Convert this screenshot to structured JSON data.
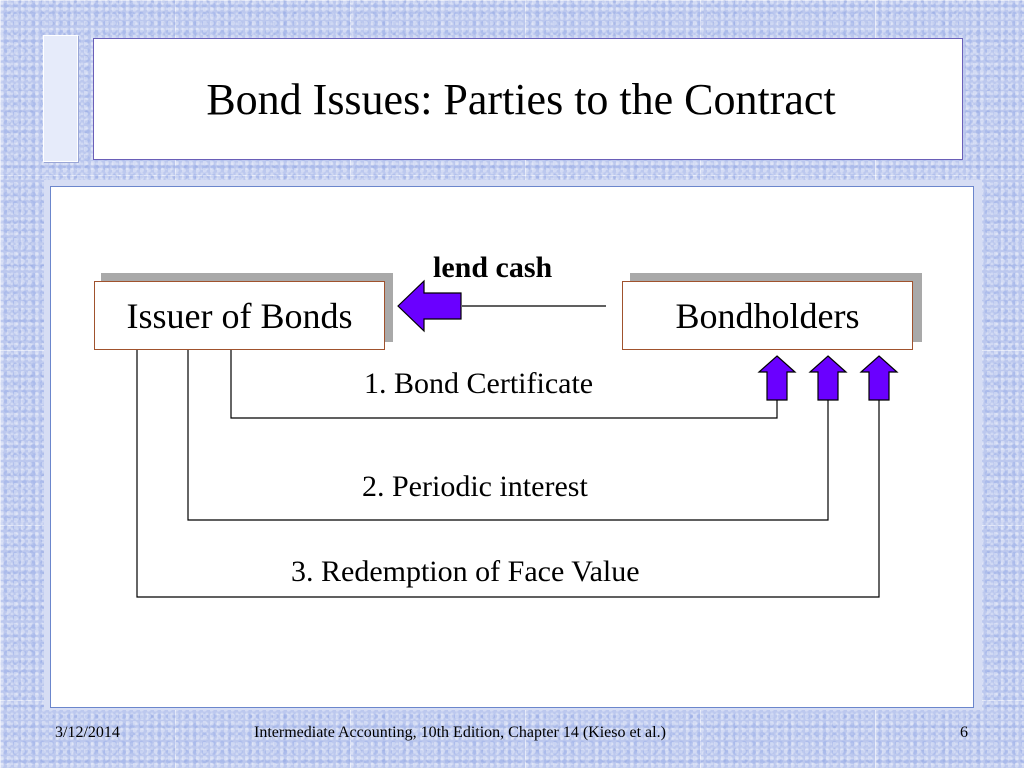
{
  "slide": {
    "title": "Bond Issues: Parties to the Contract"
  },
  "diagram": {
    "issuer_label": "Issuer of Bonds",
    "bondholders_label": "Bondholders",
    "lend_cash_label": "lend cash",
    "flows": [
      "1. Bond Certificate",
      "2. Periodic interest",
      "3. Redemption of Face Value"
    ],
    "arrow_color": "#6a00ff"
  },
  "footer": {
    "date": "3/12/2014",
    "source": "Intermediate Accounting, 10th Edition, Chapter 14  (Kieso et al.)",
    "page_number": "6"
  }
}
